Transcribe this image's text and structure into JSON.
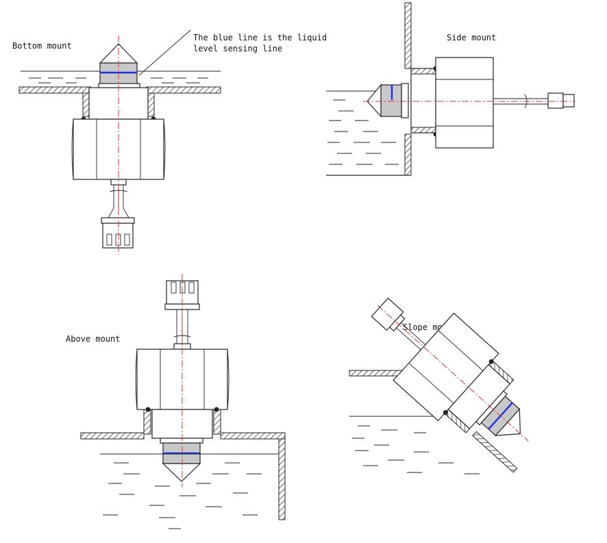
{
  "labels": {
    "bottom": "Bottom mount",
    "note_line1": "The blue line is the liquid",
    "note_line2": "level sensing line",
    "side": "Side mount",
    "above": "Above mount",
    "slope": "Slope mount"
  },
  "colors": {
    "sensing_line": "#1a2ee0",
    "axis_line": "#e03030",
    "sensor_tip": "#c8c8c8",
    "outline": "#222222"
  }
}
